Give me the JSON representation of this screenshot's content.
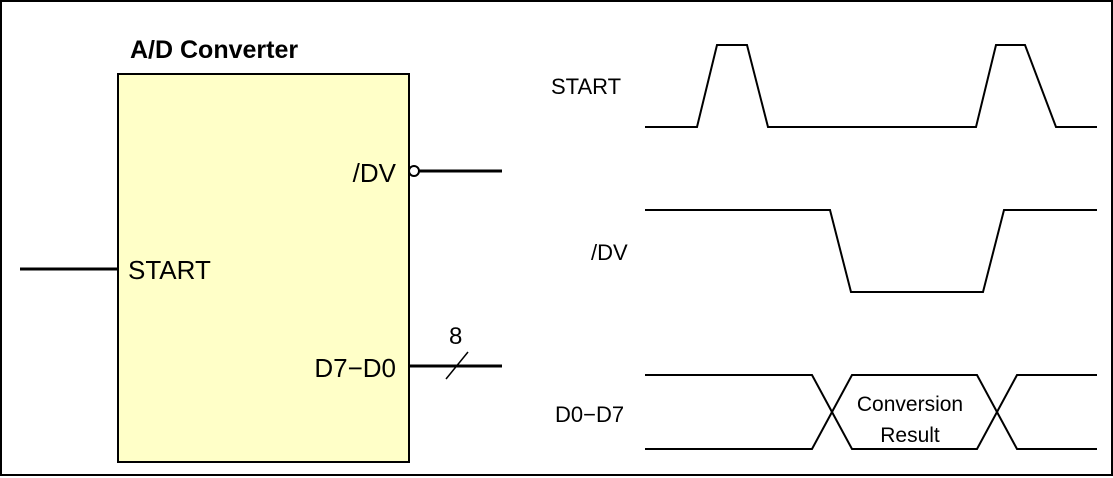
{
  "diagram": {
    "title": "A/D Converter",
    "colors": {
      "block_fill": "#ffffc8",
      "stroke": "#000000",
      "background": "#ffffff"
    },
    "block_pins": {
      "dv": "/DV",
      "start": "START",
      "data": "D7−D0",
      "bus_width": "8"
    },
    "timing": {
      "start_label": "START",
      "dv_label": "/DV",
      "data_label": "D0−D7",
      "result_line1": "Conversion",
      "result_line2": "Result"
    }
  }
}
